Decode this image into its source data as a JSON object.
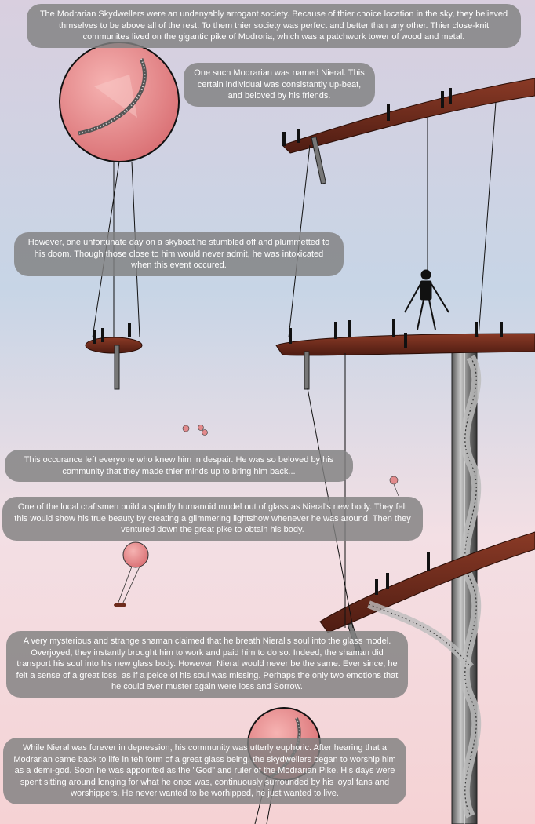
{
  "captions": [
    "The Modrarian Skydwellers were an undenyably arrogant society. Because of thier choice location in the sky, they believed thmselves to be above all of the rest. To them thier society was perfect and better than any other. Thier close-knit communites lived on the gigantic pike of Modroria, which was a patchwork tower of wood and metal.",
    "One such Modrarian was named Nieral. This certain individual was consistantly up-beat, and beloved by his friends.",
    "However, one unfortunate day on a skyboat he stumbled off and plummetted to his doom. Though those close to him would never admit, he was intoxicated when this event occured.",
    "This occurance left everyone who knew him in despair. He was so beloved by his community that they made thier minds up to bring him back...",
    "One of the local craftsmen build a spindly humanoid model out of glass as Nieral's new body. They felt this would show his true beauty by creating a glimmering lightshow whenever he was around. Then they ventured down the great pike to obtain his body.",
    "A very mysterious and strange shaman claimed that he breath Nieral's soul into the glass model. Overjoyed, they instantly brought him to work and paid him to do so. Indeed, the shaman did transport his soul into his new glass body. However, Nieral would never be the same. Ever since, he felt a sense of a great loss, as if a peice of his soul was missing. Perhaps the only two emotions that he could ever muster again were loss and Sorrow.",
    "While Nieral was forever in depression, his community was utterly euphoric. After hearing that a Modrarian came back to life in teh form of a great glass being, the skydwellers began to worship him as a demi-god. Soon he was appointed as the \"God\" and ruler of the Modrarian Pike. His days were spent sitting around longing for what he once was, continuously surrounded by his loyal fans and worshippers. He never wanted to be worhipped, he just wanted to live."
  ],
  "colors": {
    "sky_top": "#d9cfdf",
    "sky_mid": "#c7d5e6",
    "sky_bottom": "#f5d2d4",
    "wood": "#6e2b1c",
    "balloon": "#e28a8c",
    "caption_bg": "#808080",
    "caption_text": "#ffffff"
  }
}
